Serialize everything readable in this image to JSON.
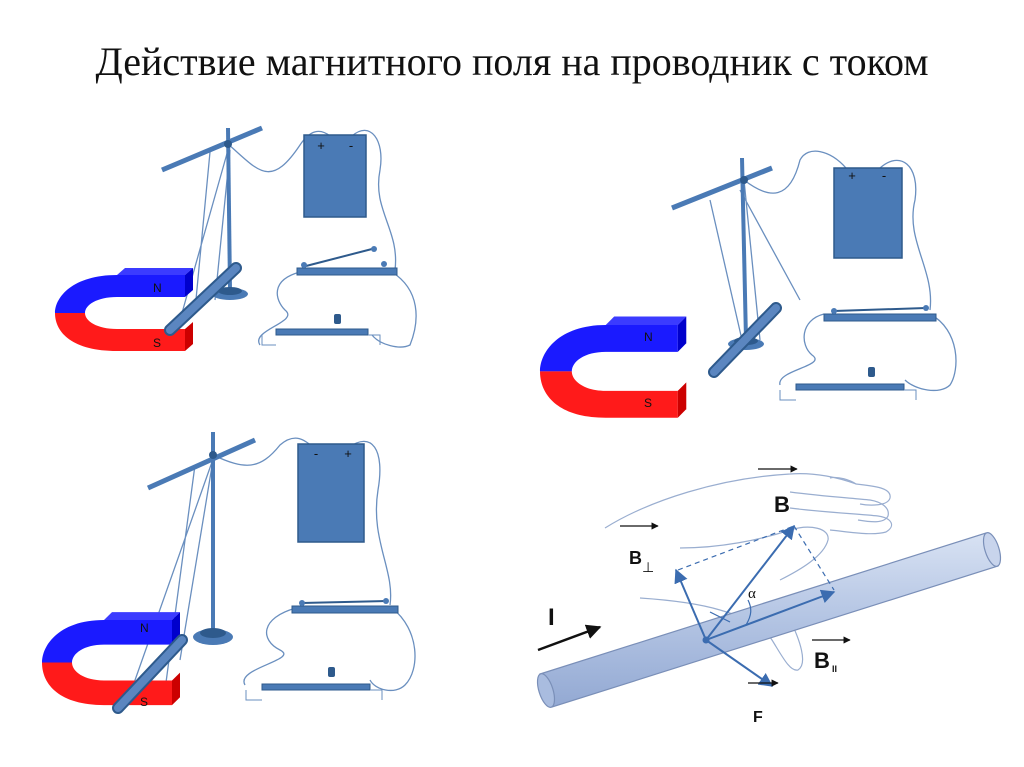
{
  "title": "Действие магнитного поля на проводник с током",
  "colors": {
    "magnet_north": "#1a1aff",
    "magnet_south": "#ff1a1a",
    "apparatus": "#4a7ab5",
    "apparatus_dark": "#2e5a8c",
    "wire": "#6a8fbf",
    "rod": "#b8c8e6",
    "rod_edge": "#7a8fb8",
    "arrow": "#3b6cb0"
  },
  "icons": {
    "magnet": "horseshoe-magnet-icon",
    "battery": "battery-icon",
    "switch": "switch-icon",
    "rheostat": "rheostat-icon",
    "hand": "right-hand-icon"
  },
  "setups": [
    {
      "id": "setup-1",
      "magnet_labels": {
        "north": "N",
        "south": "S"
      },
      "battery_terminals": {
        "left": "+",
        "right": "-"
      }
    },
    {
      "id": "setup-2",
      "magnet_labels": {
        "north": "N",
        "south": "S"
      },
      "battery_terminals": {
        "left": "+",
        "right": "-"
      }
    },
    {
      "id": "setup-3",
      "magnet_labels": {
        "north": "N",
        "south": "S"
      },
      "battery_terminals": {
        "left": "-",
        "right": "+"
      }
    }
  ],
  "vector_diagram": {
    "current": "I",
    "field": "B",
    "field_perp": "B",
    "perp_mark": "⊥",
    "field_par": "B",
    "par_mark": "II",
    "force": "F",
    "angle": "α"
  }
}
